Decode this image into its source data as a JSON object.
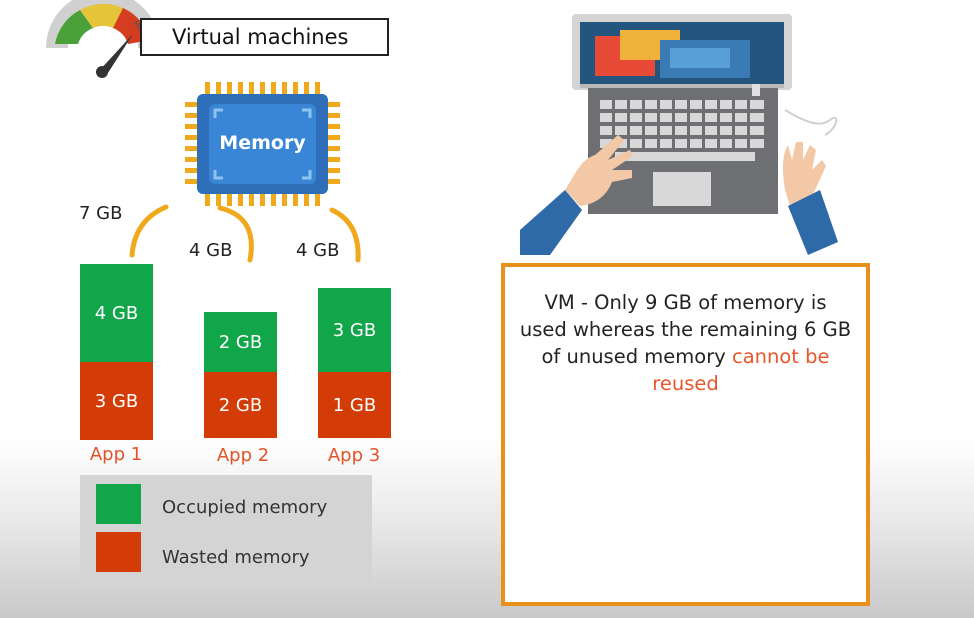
{
  "header": {
    "title": "Virtual machines",
    "gauge_label": "HIGH"
  },
  "chip": {
    "label": "Memory"
  },
  "allocations": [
    "7 GB",
    "4 GB",
    "4 GB"
  ],
  "apps": [
    {
      "name": "App 1",
      "occupied_label": "4 GB",
      "wasted_label": "3 GB",
      "occupied_gb": 4,
      "wasted_gb": 3
    },
    {
      "name": "App 2",
      "occupied_label": "2 GB",
      "wasted_label": "2 GB",
      "occupied_gb": 2,
      "wasted_gb": 2
    },
    {
      "name": "App 3",
      "occupied_label": "3 GB",
      "wasted_label": "1 GB",
      "occupied_gb": 3,
      "wasted_gb": 1
    }
  ],
  "legend": {
    "occupied": "Occupied memory",
    "wasted": "Wasted memory"
  },
  "info": {
    "text_main": "VM - Only 9 GB of memory is used whereas the remaining 6 GB of unused memory",
    "text_highlight": "cannot be reused"
  },
  "colors": {
    "occupied": "#12a64a",
    "wasted": "#d33c06",
    "accent_orange": "#e8901c",
    "highlight_text": "#e8562c"
  },
  "icons": [
    "speedometer-gauge-icon",
    "memory-chip-icon",
    "laptop-icon",
    "hands-icon"
  ]
}
